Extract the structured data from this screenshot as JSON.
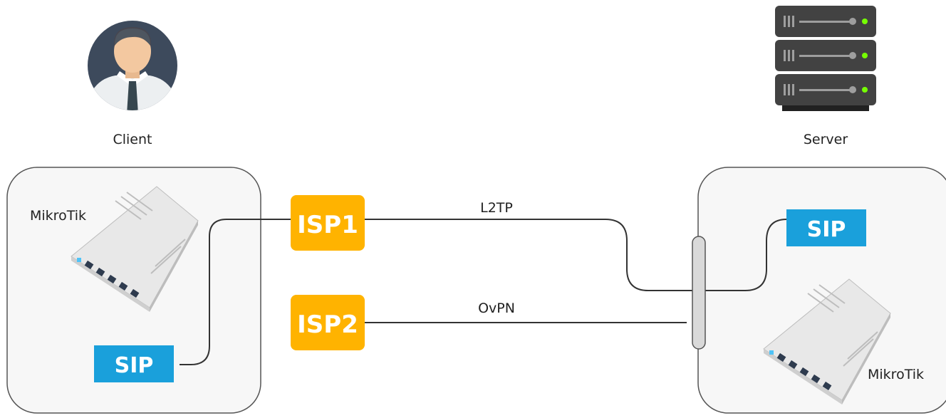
{
  "labels": {
    "client": "Client",
    "server": "Server",
    "mikrotik_left": "MikroTik",
    "mikrotik_right": "MikroTik",
    "l2tp": "L2TP",
    "ovpn": "OvPN"
  },
  "badges": {
    "isp1": "ISP1",
    "isp2": "ISP2",
    "sip_left": "SIP",
    "sip_right": "SIP"
  },
  "colors": {
    "isp": "#FFB300",
    "sip": "#1AA0DB",
    "line": "#333333",
    "group_border": "#555555",
    "group_fill": "#F7F7F7"
  },
  "icons": {
    "client": "user-avatar-icon",
    "server": "server-rack-icon",
    "router": "router-device-icon"
  }
}
